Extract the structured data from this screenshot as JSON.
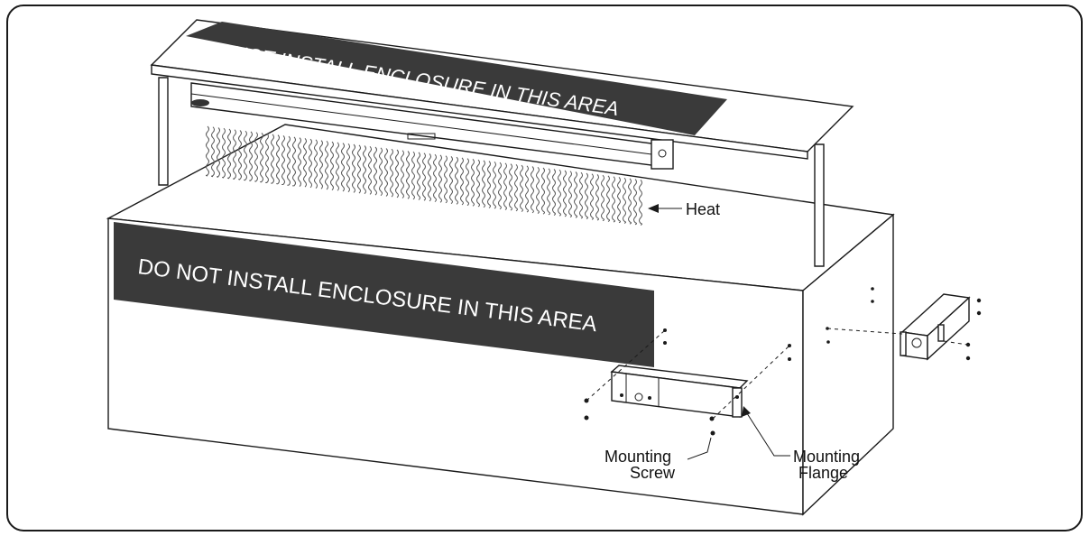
{
  "diagram": {
    "top_warning": "DO NOT INSTALL ENCLOSURE IN THIS AREA",
    "front_warning": "DO NOT INSTALL ENCLOSURE IN THIS AREA",
    "heat_label": "Heat",
    "mounting_screw_label": [
      "Mounting",
      "Screw"
    ],
    "mounting_flange_label": [
      "Mounting",
      "Flange"
    ]
  },
  "colors": {
    "warning_panel": "#3a3a3a",
    "frame": "#1a1a1a",
    "background": "#ffffff"
  }
}
